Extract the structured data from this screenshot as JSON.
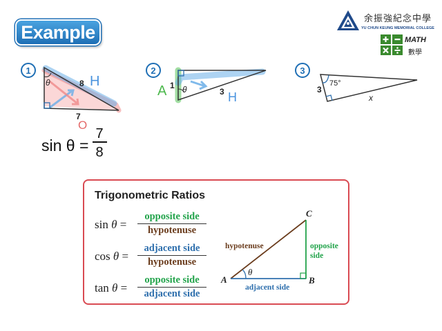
{
  "header": {
    "badge_label": "Example",
    "school_name_zh": "余振強紀念中學",
    "school_name_en": "YU CHUN KEUNG MEMORIAL COLLEGE",
    "subject_en": "MATH",
    "subject_zh": "數學"
  },
  "examples": [
    {
      "number": "1",
      "side_hypotenuse": "8",
      "side_bottom": "7",
      "angle": "θ",
      "note_hyp": "H",
      "note_opp": "O",
      "work_lhs": "sin θ =",
      "work_num": "7",
      "work_den": "8"
    },
    {
      "number": "2",
      "side_vertical": "1",
      "side_hypotenuse": "3",
      "angle": "θ",
      "note_adj": "A",
      "note_hyp": "H"
    },
    {
      "number": "3",
      "side_vertical": "3",
      "angle_label": "75°",
      "side_unknown": "x"
    }
  ],
  "reference": {
    "title": "Trigonometric Ratios",
    "ratios": [
      {
        "name": "sin",
        "numerator": "opposite side",
        "denominator": "hypotenuse",
        "num_color": "#21a34a",
        "den_color": "#6b3d1e"
      },
      {
        "name": "cos",
        "numerator": "adjacent side",
        "denominator": "hypotenuse",
        "num_color": "#2e6fad",
        "den_color": "#6b3d1e"
      },
      {
        "name": "tan",
        "numerator": "opposite side",
        "denominator": "adjacent side",
        "num_color": "#21a34a",
        "den_color": "#2e6fad"
      }
    ],
    "theta": "θ",
    "equals": "=",
    "triangle": {
      "vertex_a": "A",
      "vertex_b": "B",
      "vertex_c": "C",
      "label_hyp": "hypotenuse",
      "label_opp_1": "opposite",
      "label_opp_2": "side",
      "label_adj": "adjacent side",
      "angle": "θ"
    }
  },
  "colors": {
    "accent_blue": "#1f6fb5",
    "card_border": "#d94a52",
    "opposite": "#21a34a",
    "adjacent": "#2e6fad",
    "hypotenuse": "#6b3d1e",
    "highlight_blue": "#6aaee8",
    "highlight_red": "#f08a8a"
  }
}
